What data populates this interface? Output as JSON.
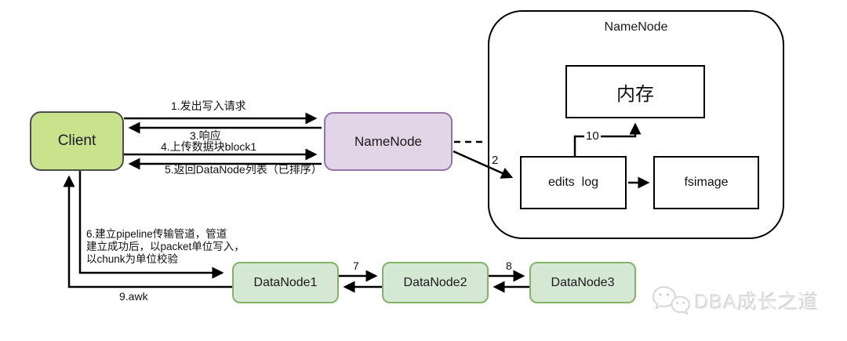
{
  "diagram_title": "HDFS write pipeline flow",
  "colors": {
    "client_fill": "#c8e38c",
    "client_border": "#4c4c4c",
    "namenode_fill": "#e1d5e7",
    "namenode_border": "#9673a6",
    "datanode_fill": "#d5e8d4",
    "datanode_border": "#82b366",
    "line": "#000000",
    "watermark": "#e9e9e9"
  },
  "nodes": {
    "client": {
      "label": "Client"
    },
    "namenode": {
      "label": "NameNode"
    },
    "namenode_container": {
      "title": "NameNode"
    },
    "memory": {
      "label": "内存"
    },
    "edits_log": {
      "label": "edits  log"
    },
    "fsimage": {
      "label": "fsimage"
    },
    "datanode1": {
      "label": "DataNode1"
    },
    "datanode2": {
      "label": "DataNode2"
    },
    "datanode3": {
      "label": "DataNode3"
    }
  },
  "edges": {
    "step1": "1.发出写入请求",
    "step2": "2",
    "step3": "3.响应",
    "step4": "4.上传数据块block1",
    "step5": "5.返回DataNode列表（已排序）",
    "step6": "6.建立pipeline传输管道，管道\n建立成功后，以packet单位写入，\n以chunk为单位校验",
    "step7": "7",
    "step8": "8",
    "step9": "9.awk",
    "step10": "10"
  },
  "watermark": {
    "icon": "wechat-icon",
    "text": "DBA成长之道"
  }
}
